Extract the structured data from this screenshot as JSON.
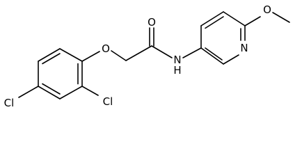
{
  "molecule": {
    "atom_labels": {
      "cl_bottom_left": "Cl",
      "cl_bottom_right": "Cl",
      "ether_oxygen": "O",
      "carbonyl_oxygen": "O",
      "amide_nitrogen": "N",
      "amide_hydrogen": "H",
      "pyridine_nitrogen": "N",
      "methoxy_oxygen": "O"
    },
    "colors": {
      "bond": "#000000",
      "label": "#000000",
      "background": "#ffffff"
    }
  }
}
